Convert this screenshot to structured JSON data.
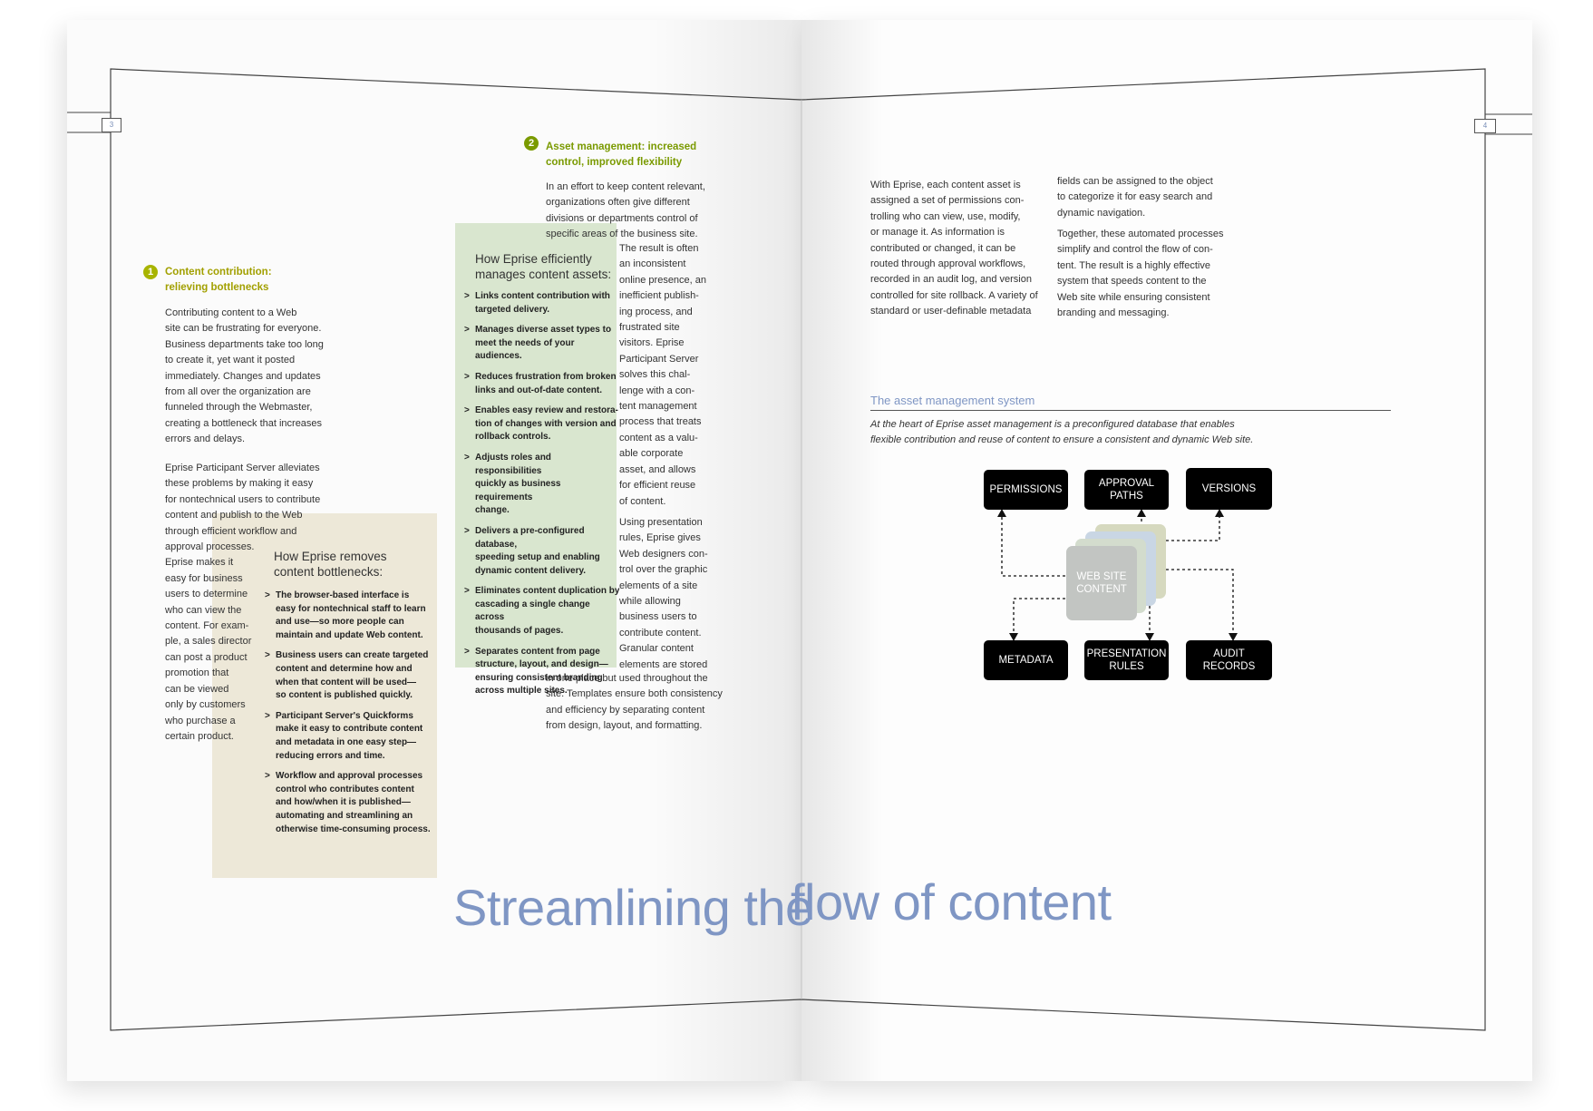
{
  "pages": {
    "left_number": "3",
    "right_number": "4"
  },
  "section1": {
    "badge": "1",
    "heading_line1": "Content contribution:",
    "heading_line2": "relieving bottlenecks",
    "para1": [
      "Contributing content to a Web",
      "site can be frustrating for everyone.",
      "Business departments take too long",
      "to create it, yet want it posted",
      "immediately. Changes and updates",
      "from all over the organization are",
      "funneled through the Webmaster,",
      "creating a bottleneck that increases",
      "errors and delays."
    ],
    "para2": [
      "Eprise Participant Server alleviates",
      "these problems by making it easy",
      "for nontechnical users to contribute",
      "content and publish to the Web",
      "through efficient workflow and",
      "approval processes.",
      "Eprise makes it",
      "easy for business",
      "users to determine",
      "who can view the",
      "content. For exam-",
      "ple, a sales director",
      "can post a product",
      "promotion that",
      "can be viewed",
      "only by customers",
      "who purchase a",
      "certain product."
    ]
  },
  "box1": {
    "title_line1": "How Eprise removes",
    "title_line2": "content bottlenecks:",
    "bullets": [
      [
        "The browser-based interface is",
        "easy for nontechnical staff to learn",
        "and use—so more people can",
        "maintain and update Web content."
      ],
      [
        "Business users can create targeted",
        "content and determine how and",
        "when that content will be used—",
        "so content is published quickly."
      ],
      [
        "Participant Server's Quickforms",
        "make it easy to contribute content",
        "and metadata in one easy step—",
        "reducing errors and time."
      ],
      [
        "Workflow and approval processes",
        "control who contributes content",
        "and how/when it is published—",
        "automating and streamlining an",
        "otherwise time-consuming process."
      ]
    ]
  },
  "section2": {
    "badge": "2",
    "heading_line1": "Asset management: increased",
    "heading_line2": "control, improved flexibility",
    "para_top": [
      "In an effort to keep content relevant,",
      "organizations often give different",
      "divisions or departments control of",
      "specific areas of the business site."
    ],
    "para_side": [
      "The result is often",
      "an inconsistent",
      "online presence, an",
      "inefficient publish-",
      "ing process, and",
      "frustrated site",
      "visitors. Eprise",
      "Participant Server",
      "solves this chal-",
      "lenge with a con-",
      "tent management",
      "process that treats",
      "content as a valu-",
      "able corporate",
      "asset, and allows",
      "for efficient reuse",
      "of content."
    ],
    "para_side2": [
      "Using presentation",
      "rules, Eprise gives",
      "Web designers con-",
      "trol over the graphic",
      "elements of a site",
      "while allowing",
      "business users to",
      "contribute content.",
      "Granular content",
      "elements are stored"
    ],
    "para_bottom": [
      "in one place but used throughout the",
      "site. Templates ensure both consistency",
      "and efficiency by separating content",
      "from design, layout, and formatting."
    ]
  },
  "box2": {
    "title_line1": "How Eprise efficiently",
    "title_line2": "manages content assets:",
    "bullets": [
      [
        "Links content contribution with",
        "targeted delivery."
      ],
      [
        "Manages diverse asset types to",
        "meet the needs of your audiences."
      ],
      [
        "Reduces frustration from broken",
        "links and out-of-date content."
      ],
      [
        "Enables easy review and restora-",
        "tion of changes with version and",
        "rollback controls."
      ],
      [
        "Adjusts roles and responsibilities",
        "quickly as business requirements",
        "change."
      ],
      [
        "Delivers a pre-configured database,",
        "speeding setup and enabling",
        "dynamic content delivery."
      ],
      [
        "Eliminates content duplication by",
        "cascading a single change across",
        "thousands of pages."
      ],
      [
        "Separates content from page",
        "structure, layout, and design—",
        "ensuring consistent branding",
        "across multiple sites."
      ]
    ]
  },
  "right": {
    "col1": [
      "With Eprise, each content asset is",
      "assigned a set of permissions con-",
      "trolling who can view, use, modify,",
      "or manage it. As information is",
      "contributed or changed, it can be",
      "routed through approval workflows,",
      "recorded in an audit log, and version",
      "controlled for site rollback. A variety of",
      "standard or user-definable metadata"
    ],
    "col2a": [
      "fields can be assigned to the object",
      "to categorize it for easy search and",
      "dynamic navigation."
    ],
    "col2b": [
      "Together, these automated processes",
      "simplify and control the flow of con-",
      "tent. The result is a highly effective",
      "system that speeds content to the",
      "Web site while ensuring consistent",
      "branding and messaging."
    ],
    "system_title": "The asset management system",
    "caption_line1": "At the heart of Eprise asset management is a preconfigured database that enables",
    "caption_line2": "flexible contribution and reuse of content to ensure a consistent and dynamic Web site."
  },
  "diagram": {
    "permissions": "PERMISSIONS",
    "approval_line1": "APPROVAL",
    "approval_line2": "PATHS",
    "versions": "VERSIONS",
    "metadata": "METADATA",
    "presentation_line1": "PRESENTATION",
    "presentation_line2": "RULES",
    "audit_line1": "AUDIT",
    "audit_line2": "RECORDS",
    "center_line1": "WEB SITE",
    "center_line2": "CONTENT"
  },
  "title": {
    "part1": "Streamlining the",
    "part2": "flow of content"
  },
  "colors": {
    "accent_blue": "#7f96c4",
    "green": "#7a9a00",
    "olive": "#a2a000",
    "box_beige": "#ede8d8",
    "box_green": "#d9e6cf"
  }
}
